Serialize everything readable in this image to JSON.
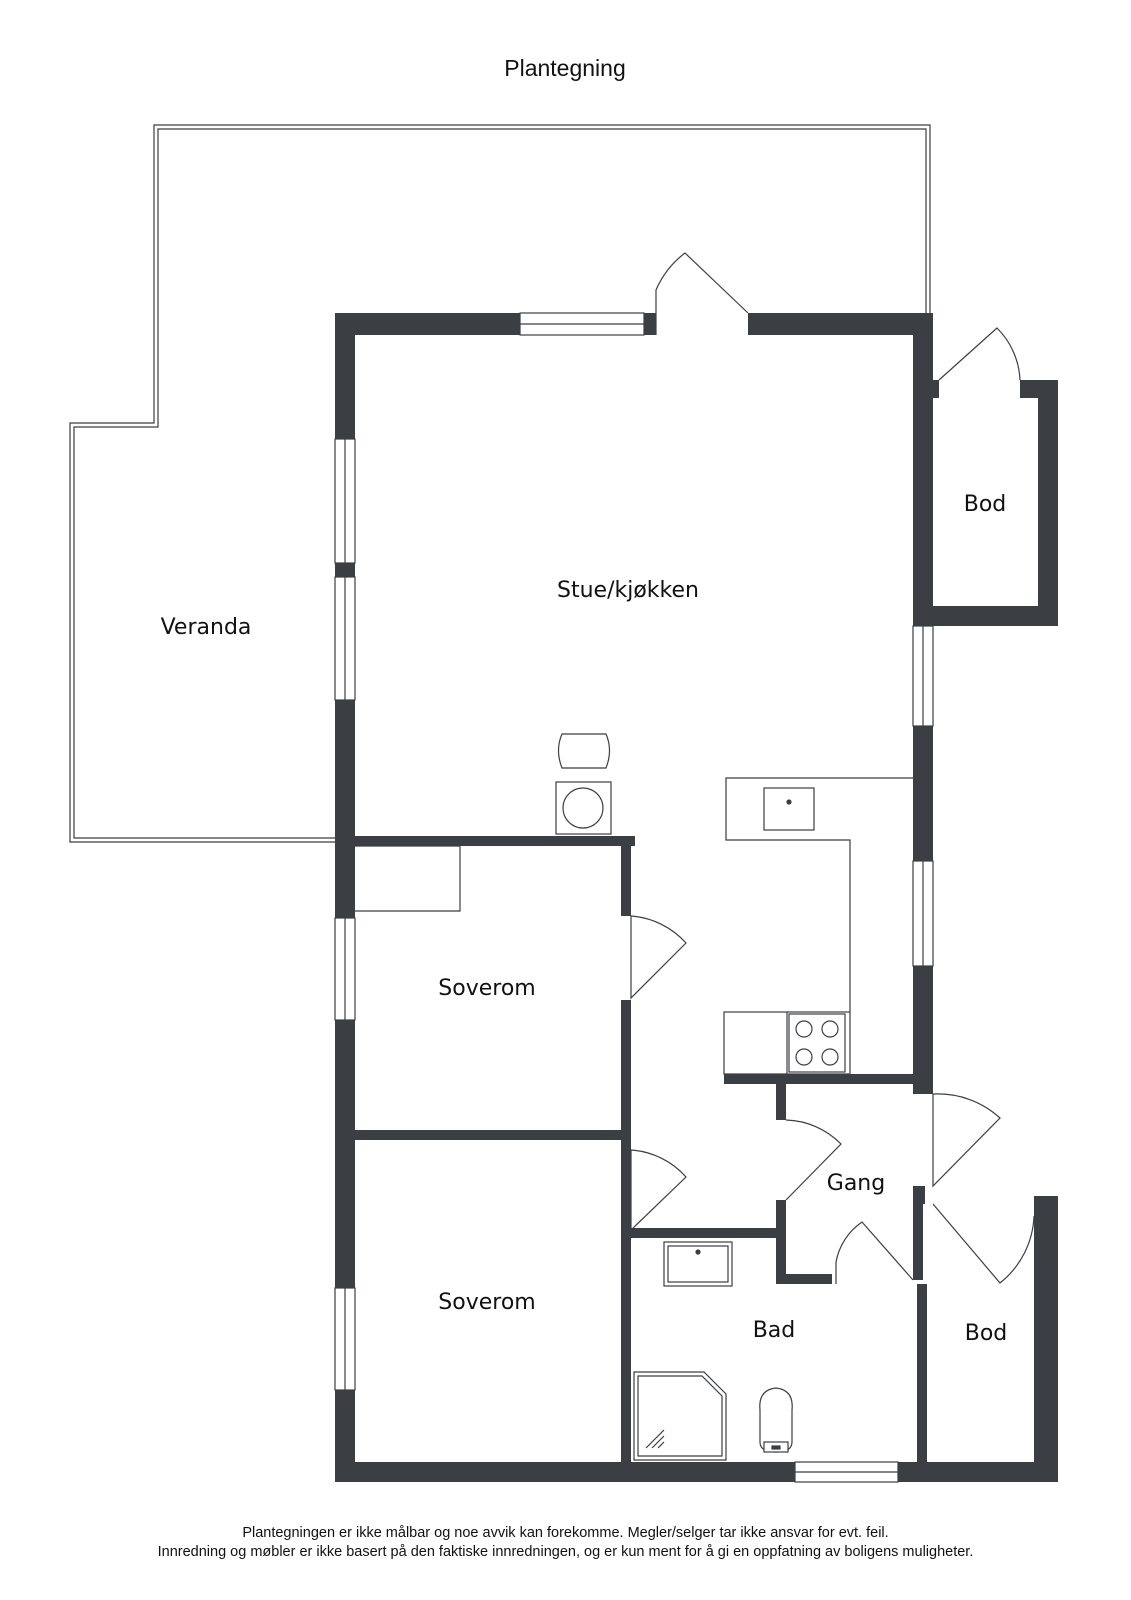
{
  "title": "Plantegning",
  "rooms": {
    "veranda": "Veranda",
    "stue_kjokken": "Stue/kjøkken",
    "bod_top": "Bod",
    "soverom_1": "Soverom",
    "soverom_2": "Soverom",
    "gang": "Gang",
    "bad": "Bad",
    "bod_bottom": "Bod"
  },
  "disclaimer": {
    "line1": "Plantegningen er ikke målbar og noe avvik kan forekomme. Megler/selger tar ikke ansvar for evt. feil.",
    "line2": "Innredning og møbler er ikke basert på den faktiske innredningen, og er kun ment for å gi en oppfatning av boligens muligheter."
  },
  "colors": {
    "wall": "#3b3e42",
    "line": "#3b3e42",
    "background": "#ffffff"
  }
}
